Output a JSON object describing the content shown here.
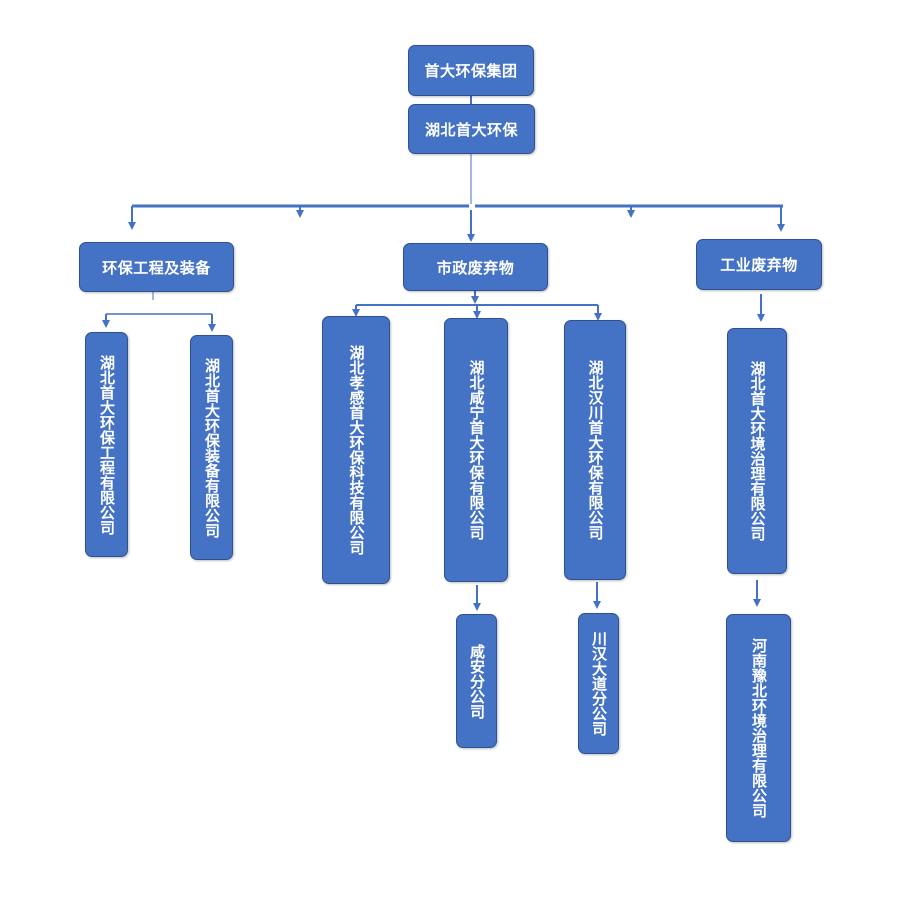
{
  "nodes": {
    "root": "首大环保集团",
    "hubei": "湖北首大环保",
    "env_eng": "环保工程及装备",
    "municipal": "市政废弃物",
    "industrial": "工业废弃物",
    "hb_eng": "湖北首大环保工程有限公司",
    "hb_equip": "湖北首大环保装备有限公司",
    "xiaogan": "湖北孝感首大环保科技有限公司",
    "xianning": "湖北咸宁首大环保有限公司",
    "hanchuan": "湖北汉川首大环保有限公司",
    "hb_envgov": "湖北首大环境治理有限公司",
    "xianan": "咸安分公司",
    "chuanhan": "川汉大道分公司",
    "henan": "河南豫北环境治理有限公司"
  },
  "colors": {
    "box_fill": "#4472c4",
    "box_border": "#2f528f",
    "connector": "#4472c4"
  }
}
